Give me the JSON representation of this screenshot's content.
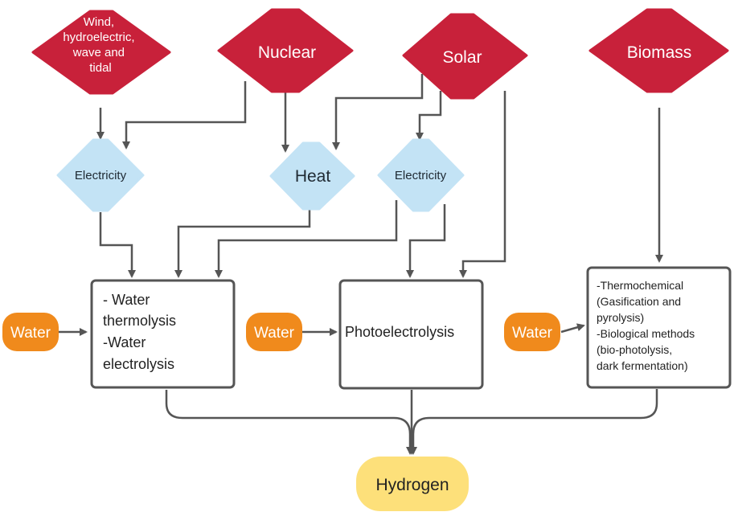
{
  "sources": {
    "renewables": [
      "Wind,",
      "hydroelectric,",
      "wave and",
      "tidal"
    ],
    "nuclear": "Nuclear",
    "solar": "Solar",
    "biomass": "Biomass"
  },
  "intermediates": {
    "electricity_left": "Electricity",
    "heat": "Heat",
    "electricity_right": "Electricity"
  },
  "processes": {
    "water_splitting": [
      "- Water",
      "thermolysis",
      "-Water",
      "electrolysis"
    ],
    "photo": "Photoelectrolysis",
    "bio": [
      "-Thermochemical",
      "(Gasification and",
      "pyrolysis)",
      "-Biological methods",
      "(bio-photolysis,",
      "dark fermentation)"
    ]
  },
  "inputs": {
    "water_1": "Water",
    "water_2": "Water",
    "water_3": "Water"
  },
  "output": "Hydrogen",
  "colors": {
    "source": "#c8213a",
    "intermediate": "#c3e3f5",
    "water": "#f08a1c",
    "hydrogen": "#fde07a",
    "connector": "#555555"
  }
}
